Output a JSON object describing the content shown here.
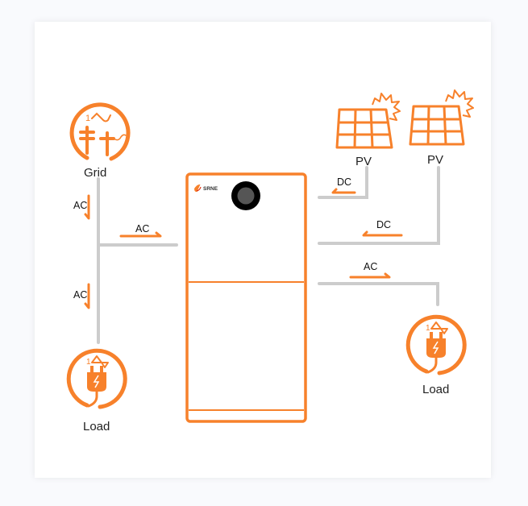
{
  "diagram": {
    "colors": {
      "accent": "#f7812b",
      "line": "#cccccc",
      "background": "#f9fafd",
      "card": "#ffffff",
      "knob_outer": "#000000",
      "knob_inner": "#555555"
    },
    "nodes": {
      "grid": {
        "label": "Grid",
        "icon": "grid-power-pole-icon"
      },
      "load_left": {
        "label": "Load",
        "icon": "plug-load-icon"
      },
      "load_right": {
        "label": "Load",
        "icon": "plug-load-icon"
      },
      "pv1": {
        "label": "PV",
        "icon": "solar-panel-icon"
      },
      "pv2": {
        "label": "PV",
        "icon": "solar-panel-icon"
      },
      "inverter": {
        "brand": "SRNE",
        "icon": "inverter-cabinet-icon"
      }
    },
    "flows": {
      "grid_down": {
        "label": "AC",
        "direction": "down"
      },
      "to_inverter": {
        "label": "AC",
        "direction": "right"
      },
      "to_load_left": {
        "label": "AC",
        "direction": "down"
      },
      "pv1_dc": {
        "label": "DC",
        "direction": "left"
      },
      "pv2_dc": {
        "label": "DC",
        "direction": "left"
      },
      "to_load_right": {
        "label": "AC",
        "direction": "right"
      }
    },
    "icon_marks": {
      "phase": "1"
    }
  }
}
